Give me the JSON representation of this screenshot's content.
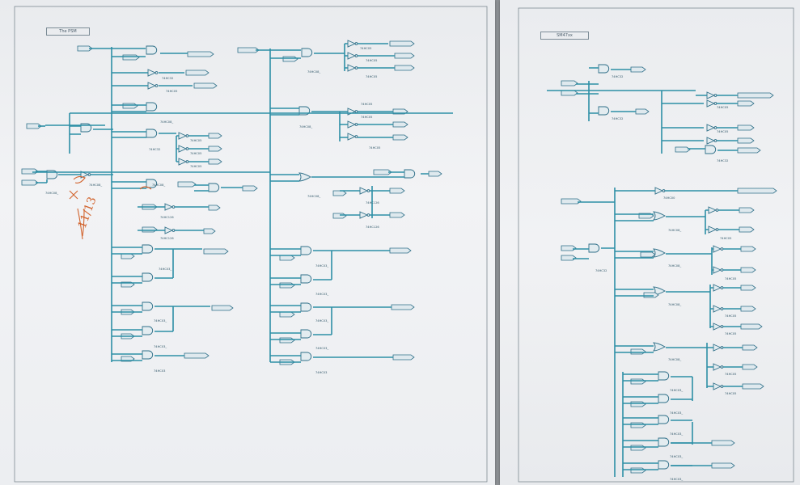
{
  "left_sheet": {
    "title": "The PSM",
    "ic_labels": [
      "74HC08_",
      "74HC05",
      "74HC32",
      "74HC126",
      "74HC00",
      "74HC03_",
      "74HC03",
      "74HC04"
    ],
    "handwritten_note": "11/13"
  },
  "right_sheet": {
    "title": "SM47xx"
  },
  "colors": {
    "wire": "#2d8fa6",
    "paper": "#eceef0",
    "background": "#8e9296",
    "ink": "#d2642e"
  }
}
